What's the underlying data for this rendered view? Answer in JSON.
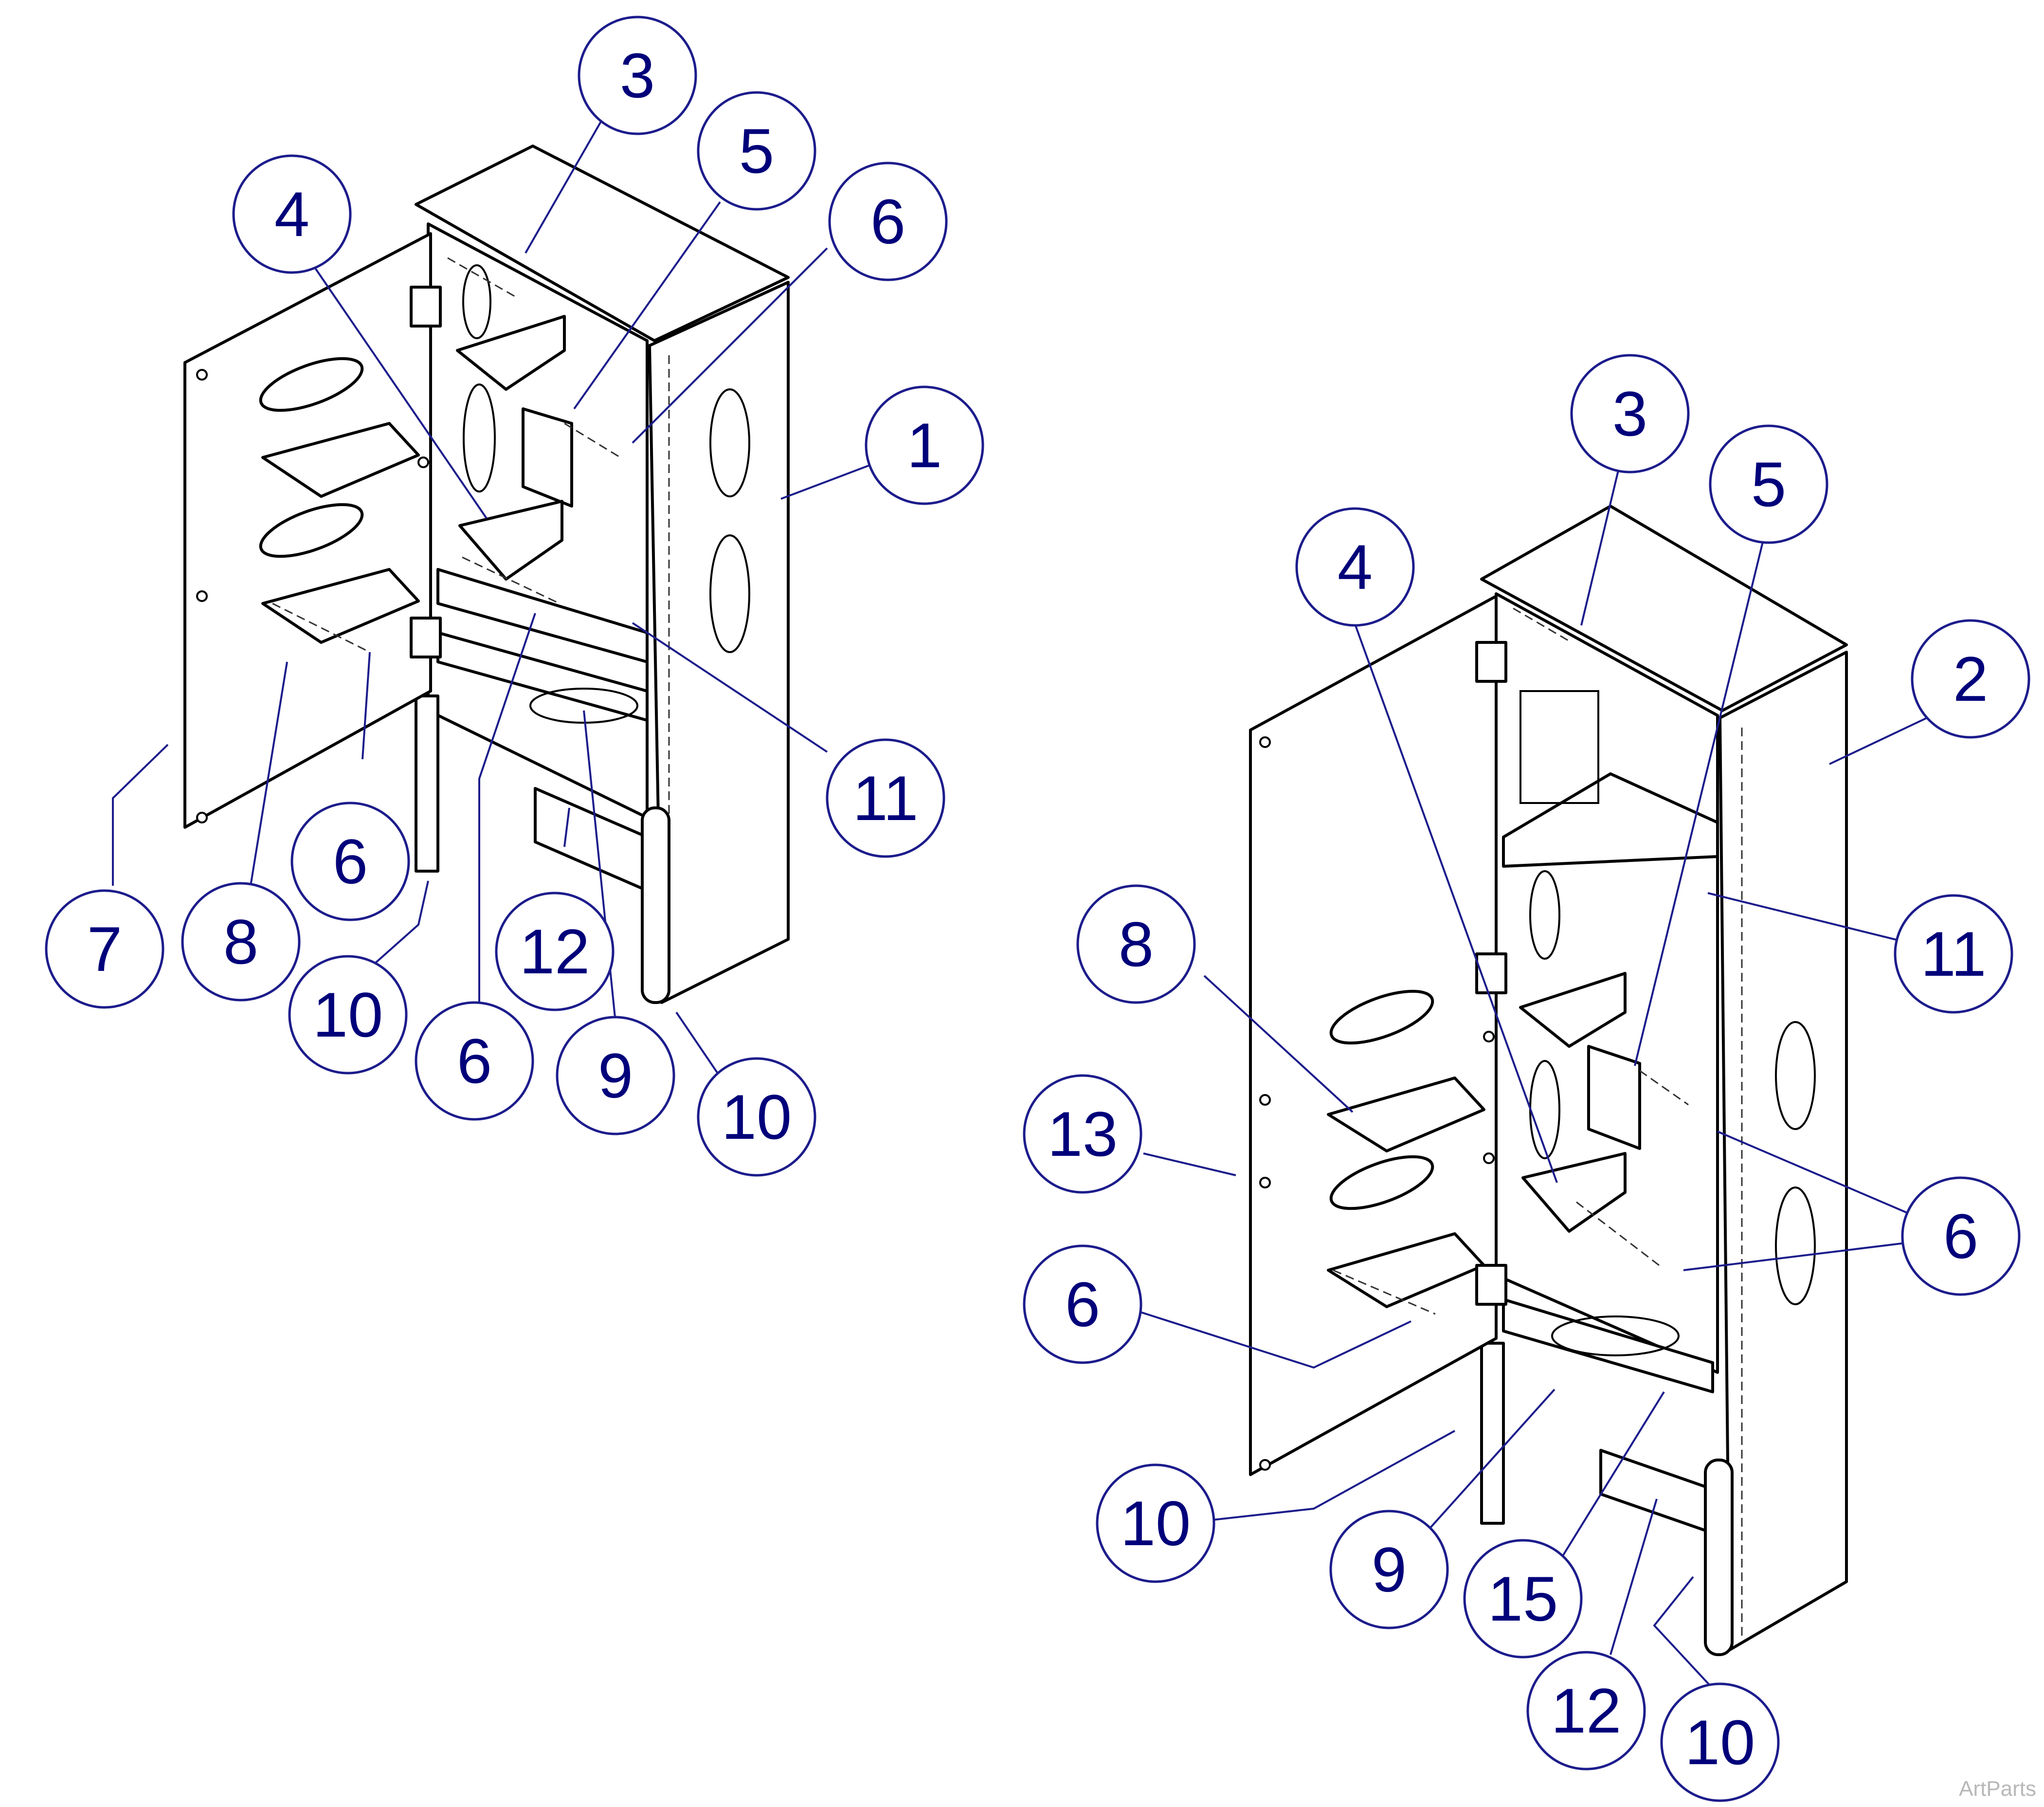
{
  "diagram": {
    "watermark": "ArtParts",
    "left_assembly": {
      "callouts": [
        "3",
        "5",
        "4",
        "6",
        "1",
        "11",
        "7",
        "8",
        "6",
        "10",
        "12",
        "6",
        "9",
        "10"
      ]
    },
    "right_assembly": {
      "callouts": [
        "3",
        "5",
        "2",
        "4",
        "11",
        "8",
        "13",
        "6",
        "6",
        "10",
        "9",
        "15",
        "12",
        "10"
      ]
    }
  }
}
